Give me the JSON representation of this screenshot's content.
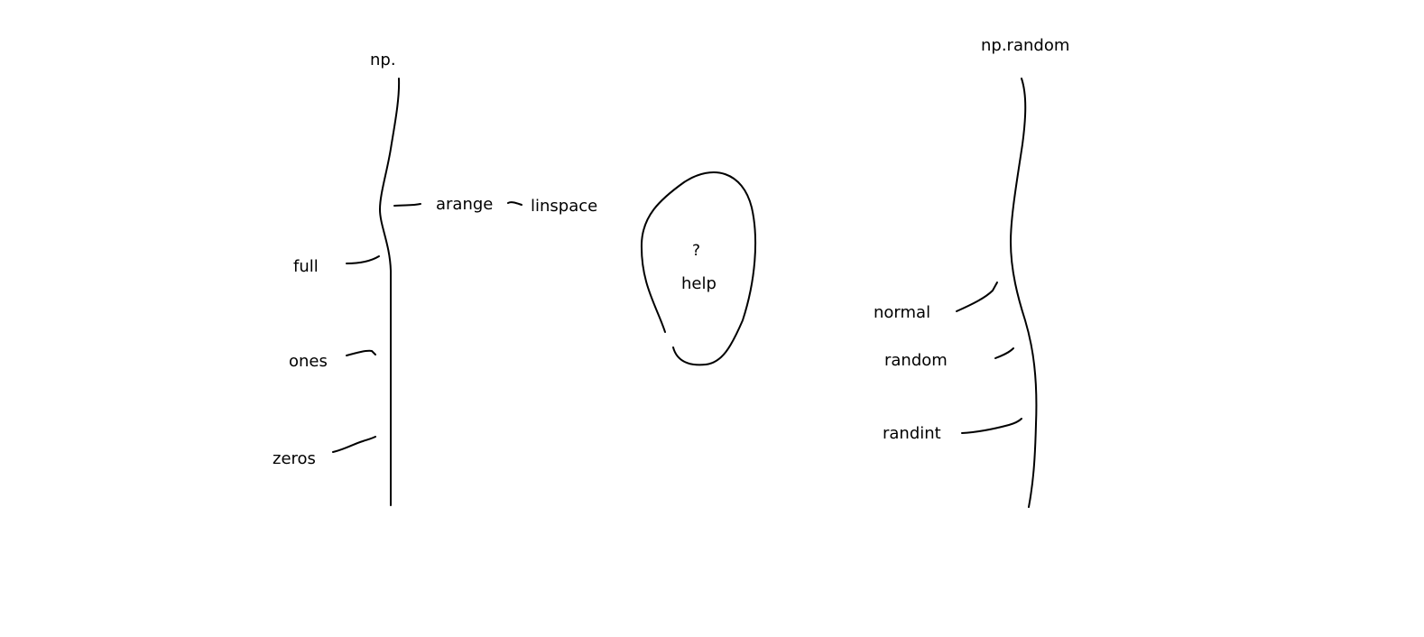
{
  "left_tree": {
    "root": "np.",
    "branches": {
      "arange": "arange",
      "linspace": "linspace",
      "full": "full",
      "ones": "ones",
      "zeros": "zeros"
    }
  },
  "help_bubble": {
    "mark": "?",
    "text": "help"
  },
  "right_tree": {
    "root": "np.random",
    "branches": {
      "normal": "normal",
      "random": "random",
      "randint": "randint"
    }
  }
}
